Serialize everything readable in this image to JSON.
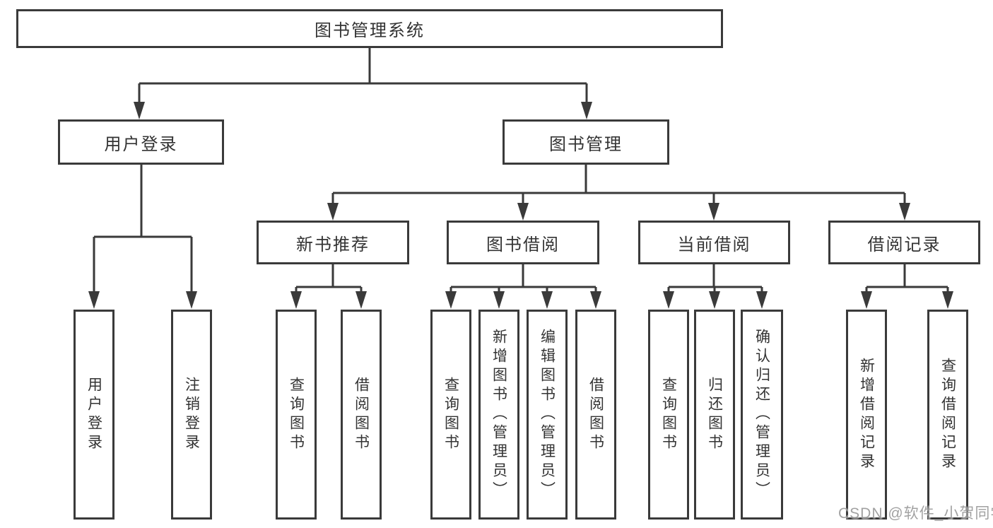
{
  "diagram": {
    "root": {
      "label": "图书管理系统"
    },
    "level1": {
      "user_login": {
        "label": "用户登录"
      },
      "book_mgmt": {
        "label": "图书管理"
      }
    },
    "level2": {
      "new_books": {
        "label": "新书推荐"
      },
      "book_borrow": {
        "label": "图书借阅"
      },
      "current_borrow": {
        "label": "当前借阅"
      },
      "borrow_records": {
        "label": "借阅记录"
      }
    },
    "leaves": {
      "user_login": [
        "用户登录",
        "注销登录"
      ],
      "new_books": [
        "查询图书",
        "借阅图书"
      ],
      "book_borrow": [
        "查询图书",
        "新增图书（管理员）",
        "编辑图书（管理员）",
        "借阅图书"
      ],
      "current_borrow": [
        "查询图书",
        "归还图书",
        "确认归还（管理员）"
      ],
      "borrow_records": [
        "新增借阅记录",
        "查询借阅记录"
      ]
    }
  },
  "watermark": {
    "text": "CSDN @软件_小贺同学"
  },
  "colors": {
    "line": "#3a3a3a",
    "text": "#333333",
    "box_fill": "#ffffff",
    "watermark": "#919191",
    "background": "#ffffff"
  }
}
